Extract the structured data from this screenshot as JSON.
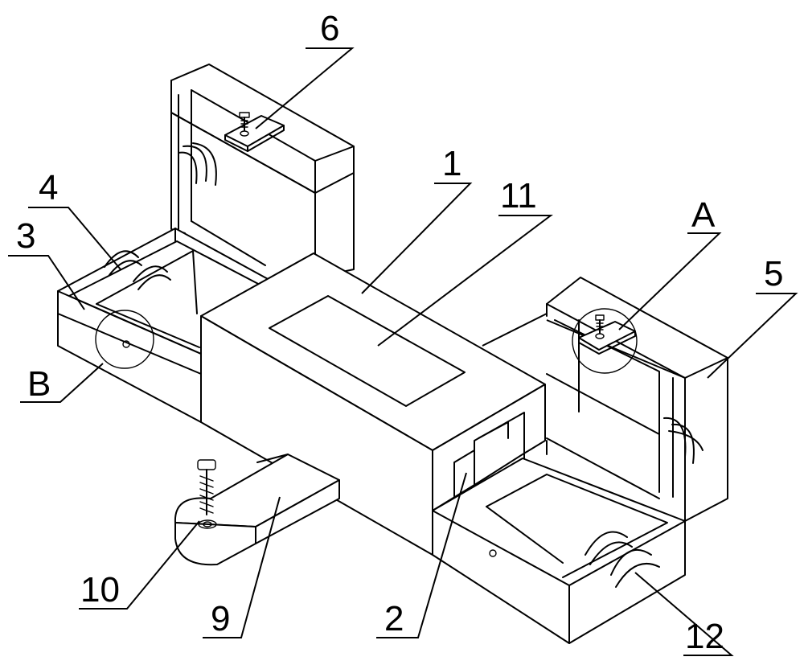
{
  "figure": {
    "labels": {
      "l1": "1",
      "l2": "2",
      "l3": "3",
      "l4": "4",
      "l5": "5",
      "l6": "6",
      "l9": "9",
      "l10": "10",
      "l11": "11",
      "l12": "12",
      "lA": "A",
      "lB": "B"
    }
  }
}
